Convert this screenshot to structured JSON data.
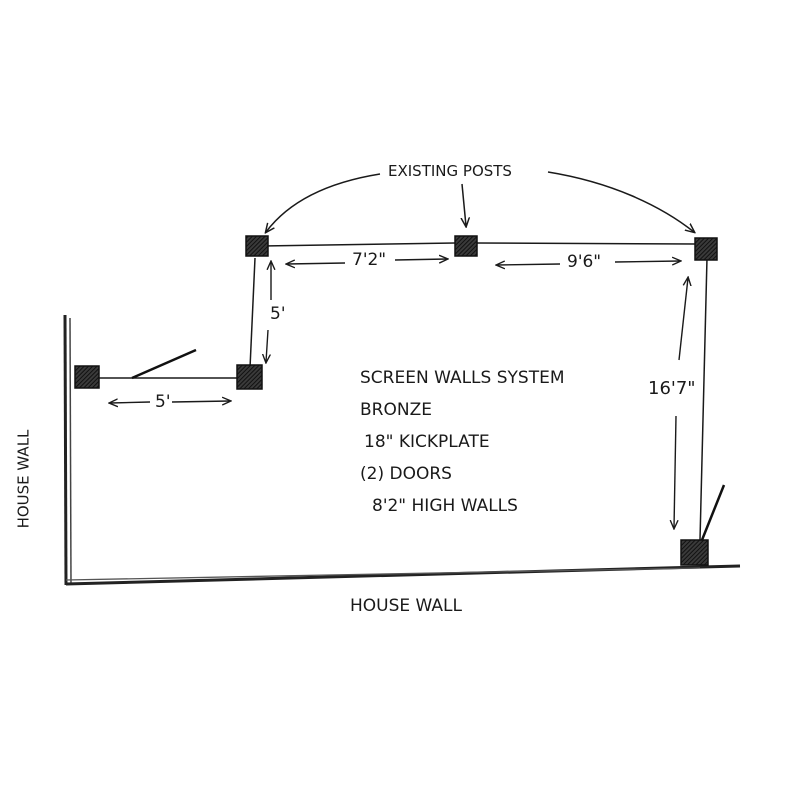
{
  "diagram": {
    "type": "hand-drawn floor plan sketch",
    "callout": {
      "text": "EXISTING POSTS"
    },
    "dimensions": {
      "top_left_span": "7'2\"",
      "top_right_span": "9'6\"",
      "step_vertical": "5'",
      "step_horizontal": "5'",
      "right_vertical": "16'7\""
    },
    "walls": {
      "left_label": "HOUSE WALL",
      "bottom_label": "HOUSE WALL"
    },
    "notes": [
      "SCREEN WALLS SYSTEM",
      "BRONZE",
      "18\" KICKPLATE",
      "(2) DOORS",
      "8'2\" HIGH WALLS"
    ],
    "colors": {
      "ink": "#1a1a1a",
      "paper": "#ffffff"
    }
  }
}
